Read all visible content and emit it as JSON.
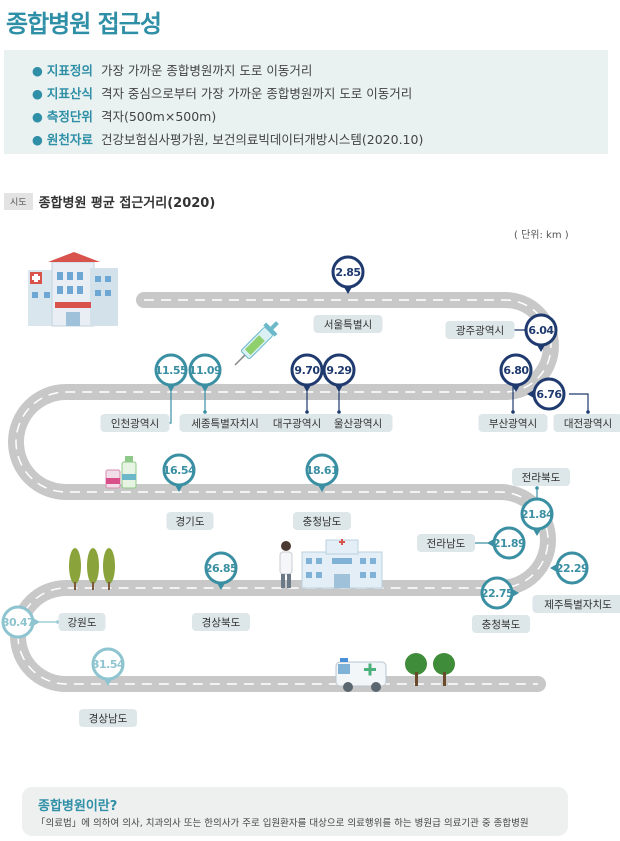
{
  "page": {
    "title": "종합병원 접근성",
    "bullet": "●",
    "info": [
      {
        "label": "지표정의",
        "text": "가장 가까운 종합병원까지 도로 이동거리"
      },
      {
        "label": "지표산식",
        "text": "격자 중심으로부터 가장 가까운 종합병원까지 도로 이동거리"
      },
      {
        "label": "측정단위",
        "text": "격자(500m×500m)"
      },
      {
        "label": "원천자료",
        "text": "건강보험심사평가원, 보건의료빅데이터개방시스템(2020.10)"
      }
    ],
    "subtitle_tag": "시도",
    "subtitle": "종합병원 평균 접근거리(2020)",
    "unit": "( 단위: km )",
    "note_title": "종합병원이란?",
    "note_text": "「의료법」에 의하여 의사, 치과의사 또는 한의사가 주로 입원환자를 대상으로 의료행위를 하는 병원급 의료기관 중 종합병원"
  },
  "colors": {
    "road": "#c8c8c8",
    "road_dash": "#ffffff",
    "pin_navy": "#1f3a6e",
    "pin_teal": "#3a8fa3",
    "pin_light": "#8dc4cf",
    "label_bg": "#dde6e8",
    "accent": "#2e8fa6"
  },
  "icons": [
    "hospital-icon",
    "syringe-icon",
    "medicine-bottles-icon",
    "trees-icon",
    "doctor-icon",
    "clinic-icon",
    "ambulance-icon",
    "round-trees-icon"
  ],
  "chart_data": {
    "type": "bar",
    "encoding": "regions ordered along a winding road by average distance",
    "categories": [
      "서울특별시",
      "광주광역시",
      "부산광역시",
      "대전광역시",
      "울산광역시",
      "대구광역시",
      "세종특별자치시",
      "인천광역시",
      "경기도",
      "충청남도",
      "전라북도",
      "전라남도",
      "제주특별자치도",
      "충청북도",
      "경상북도",
      "강원도",
      "경상남도"
    ],
    "values": [
      2.85,
      6.04,
      6.8,
      6.76,
      9.29,
      9.7,
      11.09,
      11.55,
      16.54,
      18.61,
      21.84,
      21.89,
      22.29,
      22.75,
      26.85,
      30.47,
      31.54
    ]
  }
}
